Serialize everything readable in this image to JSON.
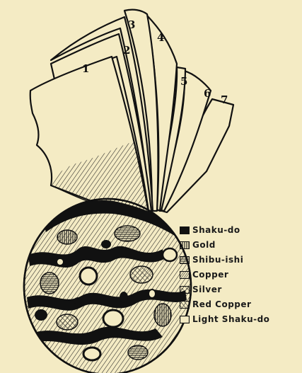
{
  "sheet_numbers": [
    "1",
    "2",
    "3",
    "4",
    "5",
    "6",
    "7"
  ],
  "legend": [
    {
      "label": "Shaku-do",
      "swatch": "solid-black"
    },
    {
      "label": "Gold",
      "swatch": "vertical-lines"
    },
    {
      "label": "Shibu-ishi",
      "swatch": "horizontal-lines"
    },
    {
      "label": "Copper",
      "swatch": "diagonal-lines"
    },
    {
      "label": "Silver",
      "swatch": "cross-hatch"
    },
    {
      "label": "Red Copper",
      "swatch": "dotted-diagonal"
    },
    {
      "label": "Light Shaku-do",
      "swatch": "empty-box"
    }
  ],
  "colors": {
    "paper": "#f4ebc4",
    "ink": "#111111"
  }
}
